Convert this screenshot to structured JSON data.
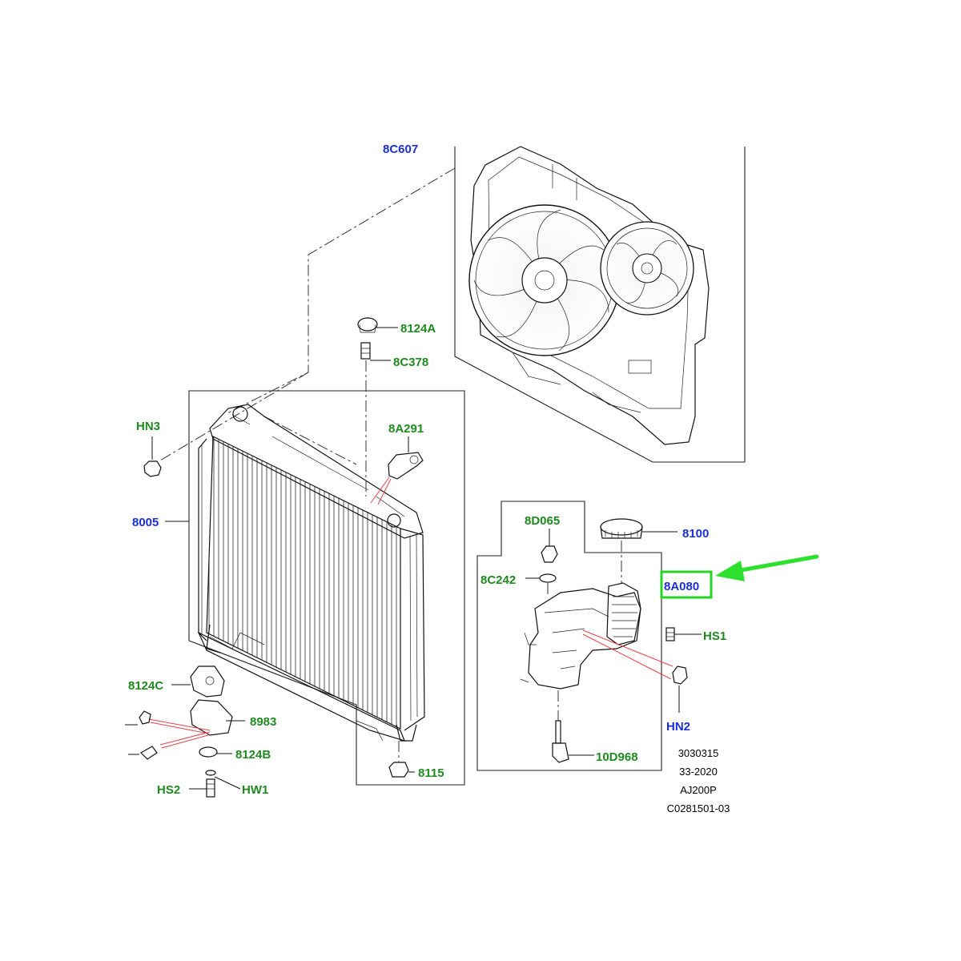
{
  "colors": {
    "label_green": "#1f8a1f",
    "label_blue": "#1a2fd6",
    "highlight_green": "#25d425",
    "arrow_green": "#2ee02e"
  },
  "labels": {
    "fan_assembly": "8C607",
    "bleed_screw_cap": "8124A",
    "bleed_screw": "8C378",
    "clip_hn3": "HN3",
    "bracket_8a291": "8A291",
    "radiator": "8005",
    "valve_8d065": "8D065",
    "seal_8c242": "8C242",
    "cap_8100": "8100",
    "reservoir": "8A080",
    "screw_hs1": "HS1",
    "nut_hn2": "HN2",
    "sensor_10d968": "10D968",
    "mount_8124c": "8124C",
    "bracket_8983": "8983",
    "insulator_8124b": "8124B",
    "screw_hs2": "HS2",
    "washer_hw1": "HW1",
    "drain_8115": "8115"
  },
  "reference": {
    "line1": "3030315",
    "line2": "33-2020",
    "line3": "AJ200P",
    "line4": "C0281501-03"
  },
  "icons": {
    "pointer": "arrow-pointer-icon"
  }
}
